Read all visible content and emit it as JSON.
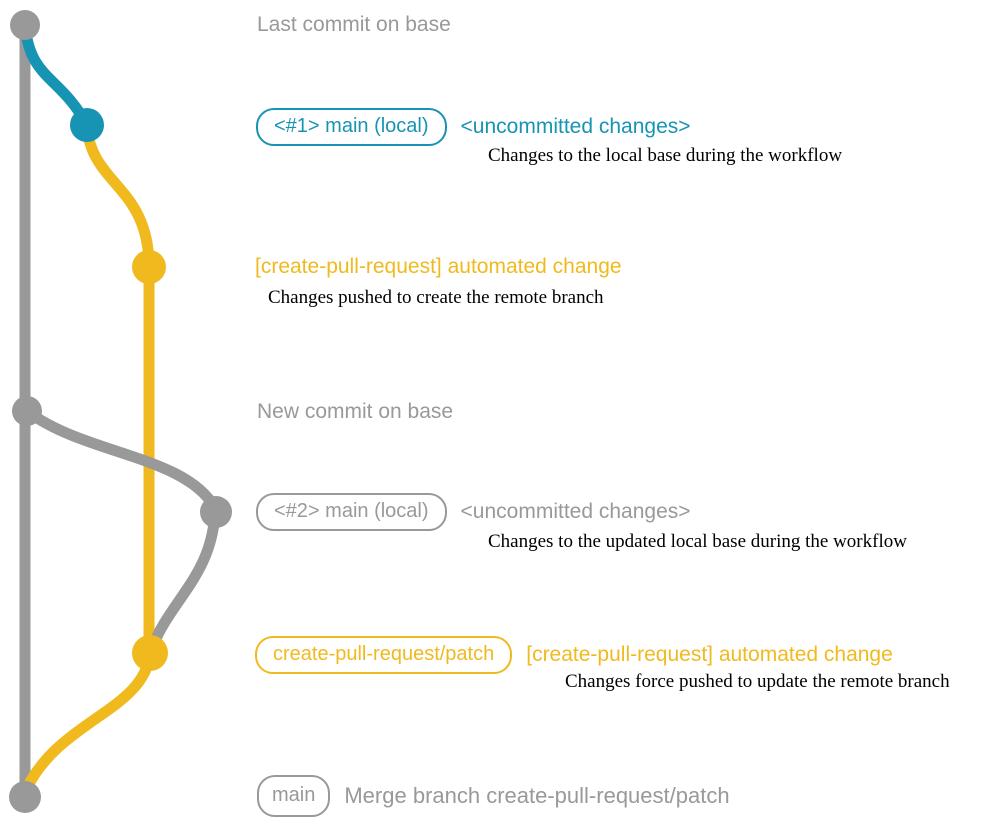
{
  "colors": {
    "gray": "#999999",
    "teal": "#1794b4",
    "yellow": "#f0ba1e",
    "ink": "#000000",
    "bg": "#ffffff"
  },
  "rows": [
    {
      "title": "Last commit on base"
    },
    {
      "badge": "<#1> main (local)",
      "title": "<uncommitted changes>",
      "note": "Changes to the local base during the workflow"
    },
    {
      "title": "[create-pull-request] automated change",
      "note": "Changes pushed to create the remote branch"
    },
    {
      "title": "New commit on base"
    },
    {
      "badge": "<#2> main (local)",
      "title": "<uncommitted changes>",
      "note": "Changes to the updated local base during the workflow"
    },
    {
      "badge": "create-pull-request/patch",
      "title": "[create-pull-request] automated change",
      "note": "Changes force pushed to update the remote branch"
    },
    {
      "badge": "main",
      "title": "Merge branch create-pull-request/patch"
    }
  ]
}
